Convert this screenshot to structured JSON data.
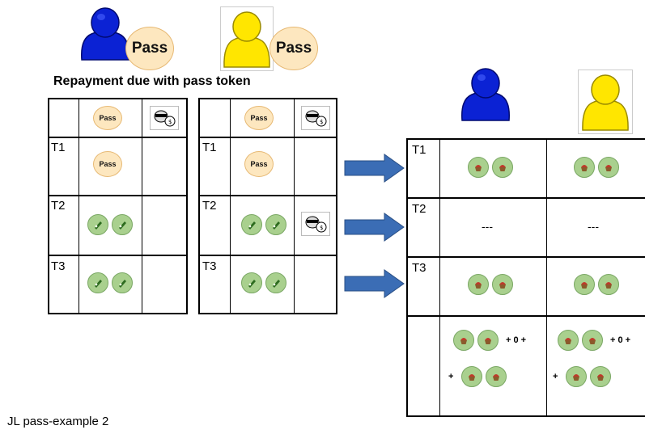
{
  "heading": "Repayment due with pass token",
  "pass_label": "Pass",
  "rows": [
    "T1",
    "T2",
    "T3"
  ],
  "dashes": "---",
  "sum_plus_zero": "+ 0 +",
  "sum_plus": "+",
  "footer": "JL pass-example 2",
  "colors": {
    "blue_person": "#0b22d4",
    "yellow_person": "#ffe600",
    "pass_token": "#fde7bf",
    "green_coin": "#a9d08e",
    "arrow": "#3b6db5"
  }
}
